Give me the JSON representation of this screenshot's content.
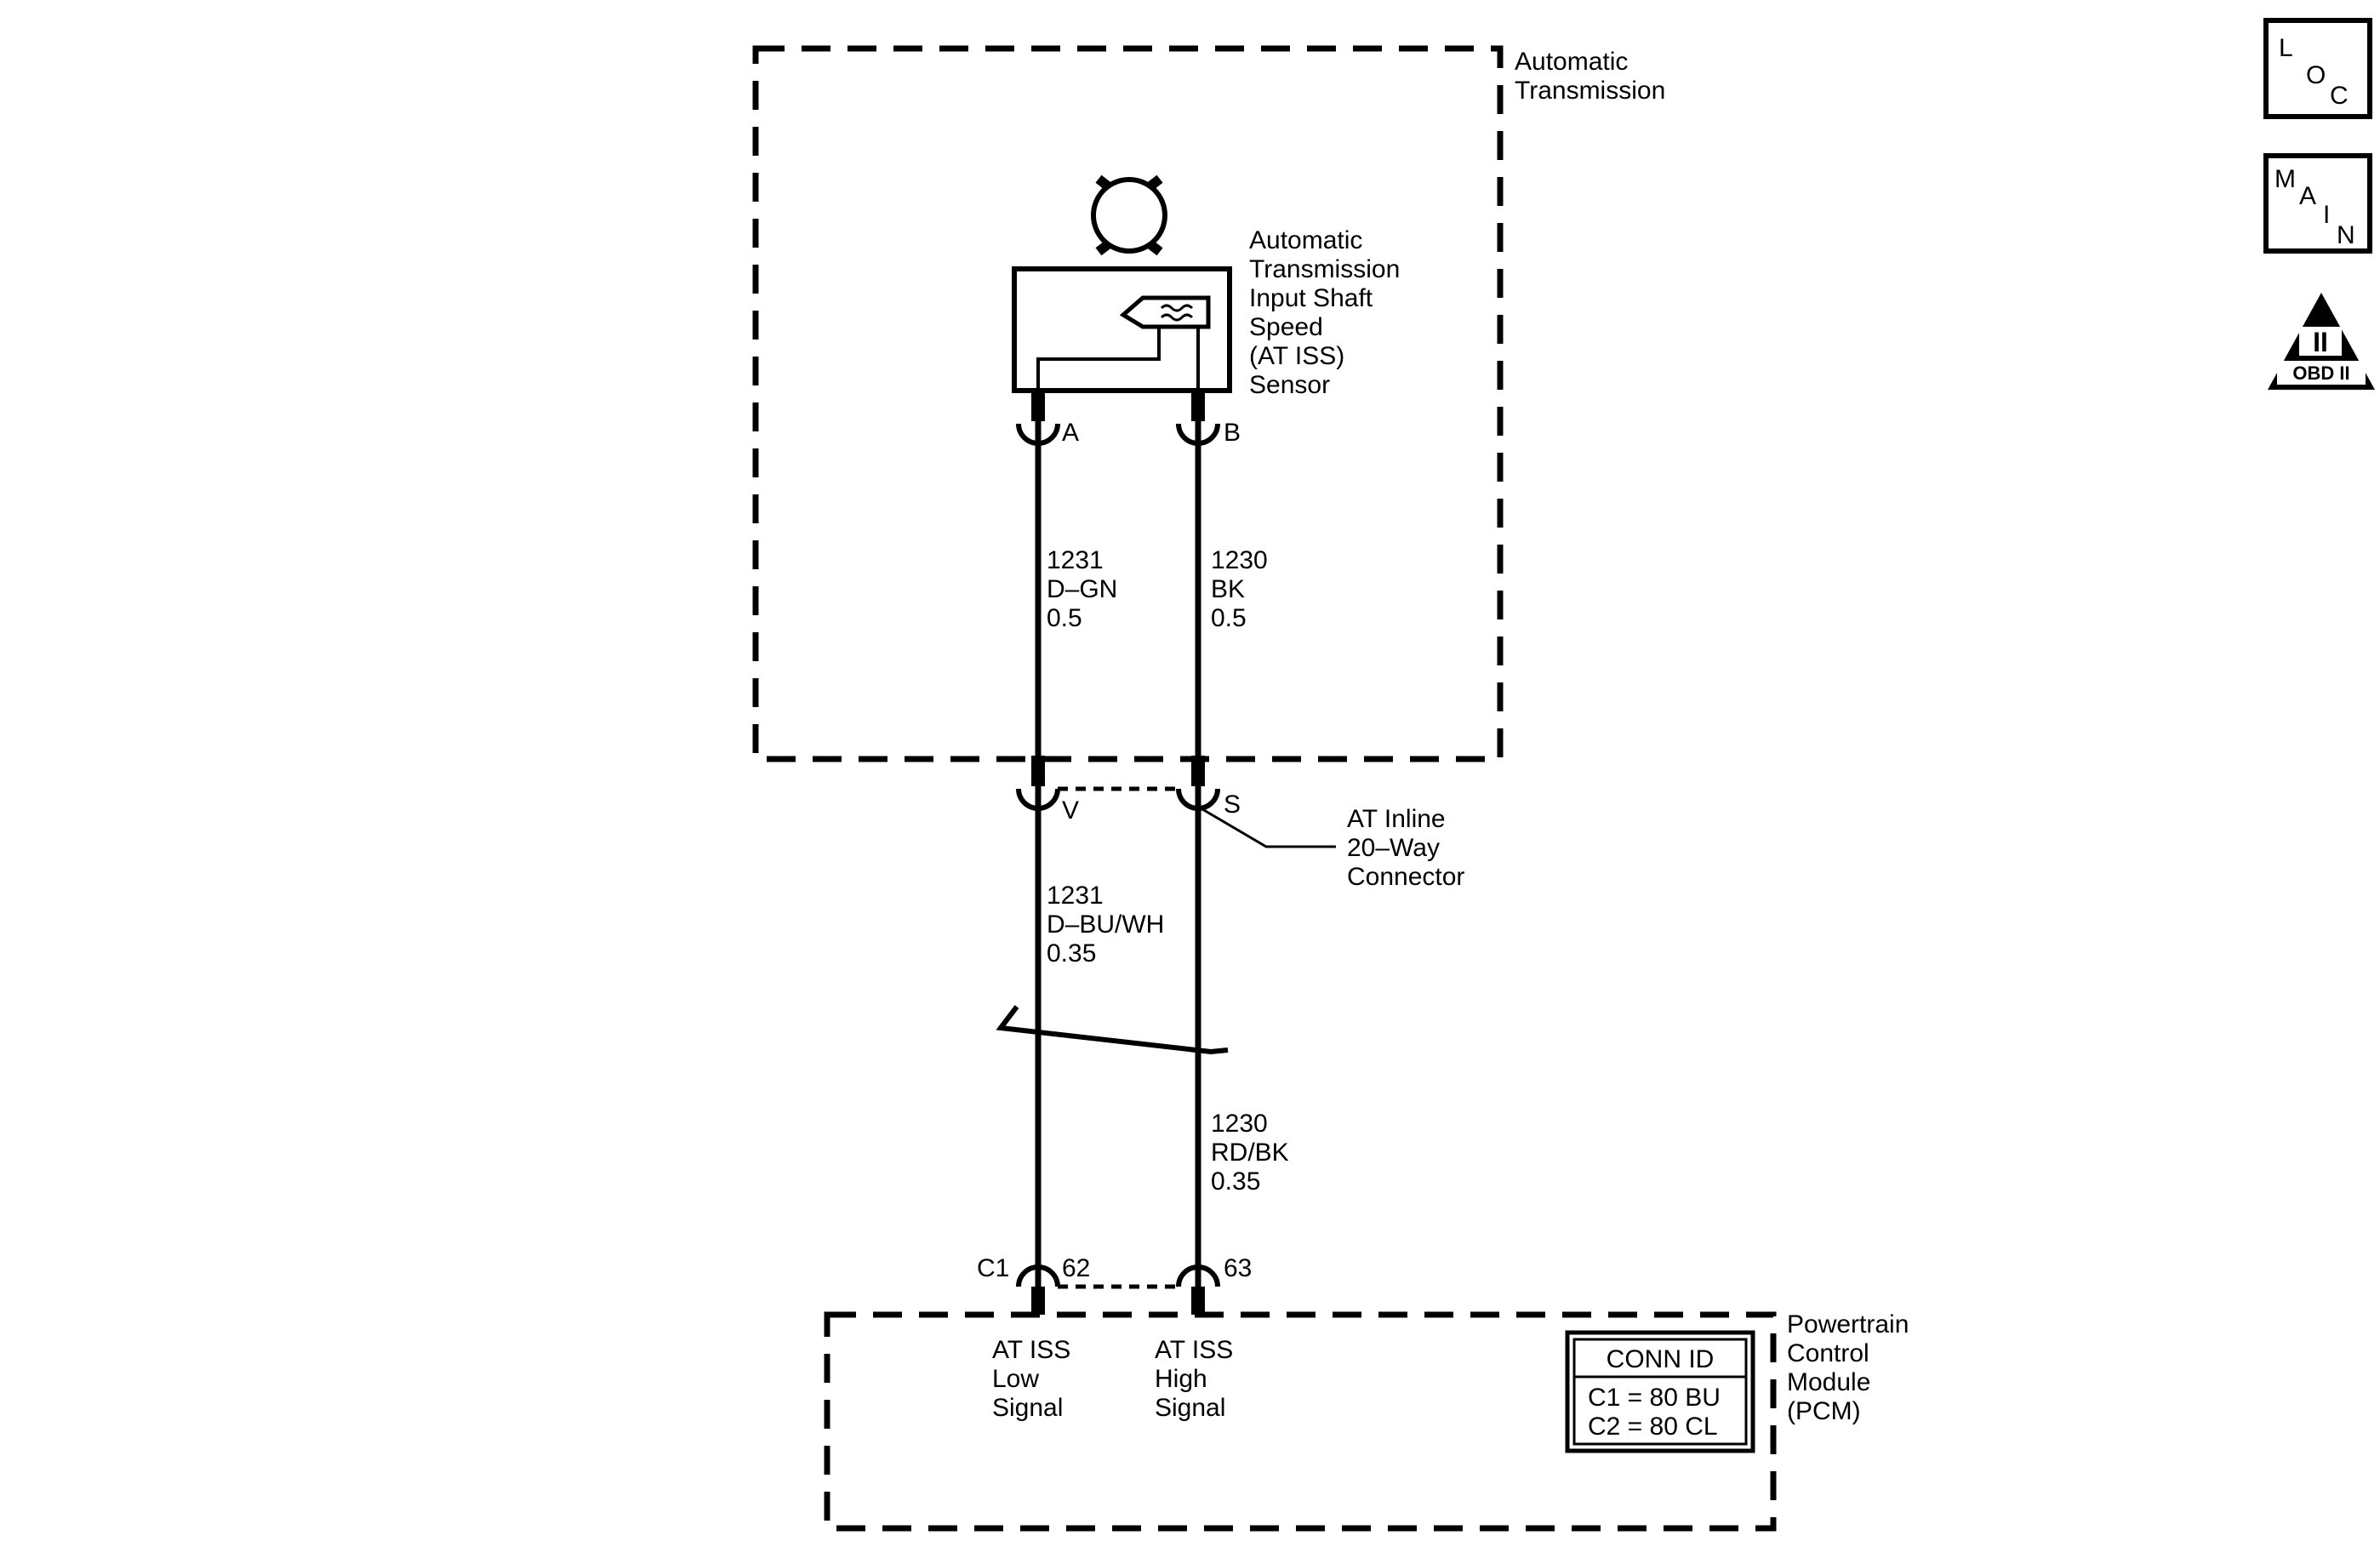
{
  "transmission": {
    "line1": "Automatic",
    "line2": "Transmission"
  },
  "sensor": {
    "lines": [
      "Automatic",
      "Transmission",
      "Input Shaft",
      "Speed",
      "(AT ISS)",
      "Sensor"
    ],
    "pin_a": "A",
    "pin_b": "B"
  },
  "upper_wires": {
    "left": {
      "circuit": "1231",
      "color": "D–GN",
      "gauge": "0.5"
    },
    "right": {
      "circuit": "1230",
      "color": "BK",
      "gauge": "0.5"
    }
  },
  "inline_connector": {
    "pin_left": "V",
    "pin_right": "S",
    "lines": [
      "AT Inline",
      "20–Way",
      "Connector"
    ]
  },
  "lower_wires": {
    "left": {
      "circuit": "1231",
      "color": "D–BU/WH",
      "gauge": "0.35"
    },
    "right": {
      "circuit": "1230",
      "color": "RD/BK",
      "gauge": "0.35"
    }
  },
  "pcm_connector": {
    "conn": "C1",
    "pin_left": "62",
    "pin_right": "63"
  },
  "pcm": {
    "lines": [
      "Powertrain",
      "Control",
      "Module",
      "(PCM)"
    ],
    "low_signal": [
      "AT ISS",
      "Low",
      "Signal"
    ],
    "high_signal": [
      "AT ISS",
      "High",
      "Signal"
    ],
    "conn_id": {
      "header": "CONN ID",
      "c1": "C1 = 80 BU",
      "c2": "C2 = 80 CL"
    }
  },
  "badges": {
    "loc": [
      "L",
      "O",
      "C"
    ],
    "main": [
      "M",
      "A",
      "I",
      "N"
    ],
    "obd": {
      "numeral": "II",
      "label": "OBD II"
    }
  }
}
